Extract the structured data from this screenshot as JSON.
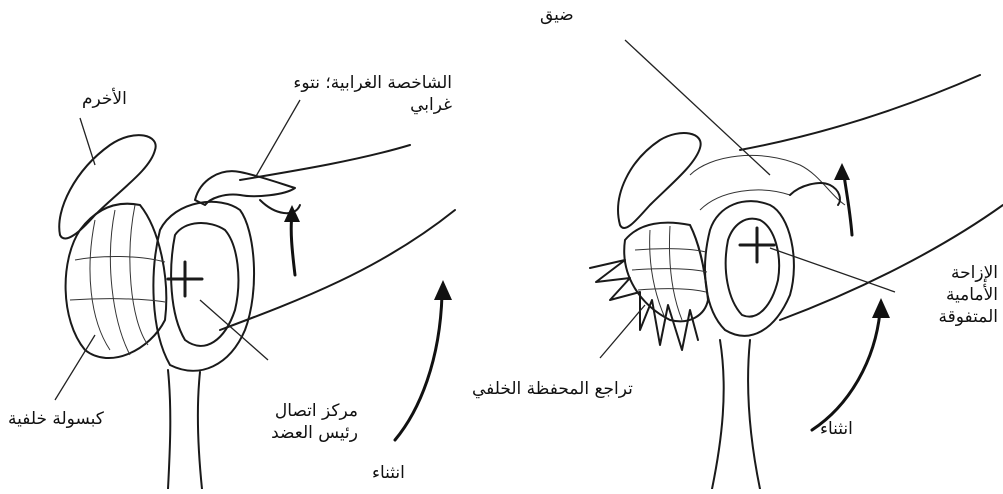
{
  "left_figure": {
    "labels": {
      "acromion": "الأخرم",
      "coracoid": "الشاخصة الغرابية؛ نتوء\nغرابي",
      "posterior_capsule": "كبسولة خلفية",
      "center_of_humeral_head": "مركز اتصال\nرئيس العضد",
      "flexion": "انثناء"
    }
  },
  "right_figure": {
    "labels": {
      "narrowing": "ضيق",
      "anterosuperior_translation": "الإزاحة\nالأمامية\nالمتفوقة",
      "posterior_capsule_retraction": "تراجع المحفظة الخلفي",
      "flexion": "انثناء"
    }
  }
}
